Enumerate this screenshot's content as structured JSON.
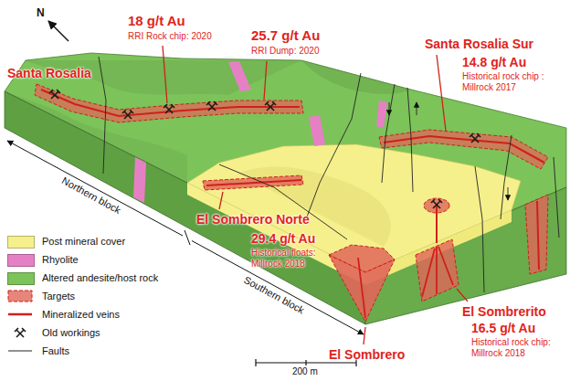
{
  "diagram": {
    "labels": [
      "Santa Rosalia",
      "18 g/t Au",
      "RRI Rock chip: 2020",
      "25.7 g/t Au",
      "RRI Dump: 2020",
      "Santa Rosalia Sur",
      "14.8 g/t Au",
      "Historical rock chip : Millrock 2017",
      "El Sombrero Norte",
      "29.4 g/t Au",
      "Historical floats: Millrock 2018",
      "El Sombrerito",
      "16.5 g/t Au",
      "Historical rock chip: Millrock 2018",
      "El Sombrero",
      "Northern block",
      "Southern block",
      "N",
      "200 m"
    ],
    "legend": [
      {
        "text": "Post mineral cover",
        "color": "#f5f08c"
      },
      {
        "text": "Rhyolite",
        "color": "#e680c4"
      },
      {
        "text": "Altered andesite/host rock",
        "color": "#7cc35a"
      },
      {
        "text": "Targets"
      },
      {
        "text": "Mineralized veins"
      },
      {
        "text": "Old workings"
      },
      {
        "text": "Faults"
      }
    ]
  }
}
